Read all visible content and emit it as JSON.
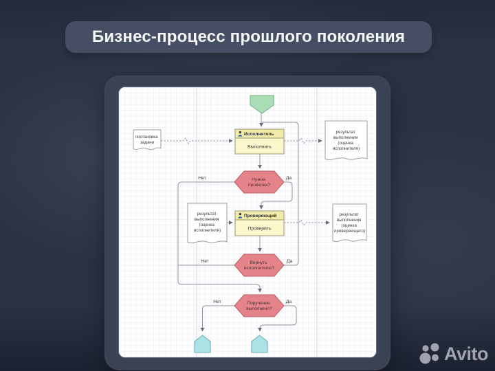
{
  "title": "Бизнес-процесс прошлого поколения",
  "brand": {
    "name": "Avito"
  },
  "colors": {
    "background": "#2b3244",
    "title_banner": "#454e63",
    "card": "#3a4254",
    "panel": "#fdfdfe",
    "grid_minor": "#e6e9ef",
    "grid_major": "#d2d7e0",
    "task_fill": "#fbf7cd",
    "task_header_fill": "#f1ecaa",
    "task_stroke": "#9a9878",
    "decision_fill": "#e5838b",
    "decision_stroke": "#b95f66",
    "start_fill": "#a8ddb5",
    "start_stroke": "#79ab88",
    "end_fill": "#abe2e6",
    "end_stroke": "#6fa9b2",
    "connector": "#9097a1",
    "watermark": "#b6bac3",
    "person_icon_body": "#2e62b8"
  },
  "diagram": {
    "labels": {
      "yes": "Да",
      "no": "Нет"
    },
    "documents": {
      "task": {
        "lines": [
          "постановка",
          "задачи"
        ]
      },
      "result_executor_top": {
        "lines": [
          "результат",
          "выполнения",
          "(оценка",
          "исполнителя)"
        ]
      },
      "result_executor_mid": {
        "lines": [
          "результат",
          "выполнения",
          "(оценка",
          "исполнителя)"
        ]
      },
      "result_reviewer": {
        "lines": [
          "результат",
          "выполнения",
          "(оценка",
          "проверяющего)"
        ]
      }
    },
    "tasks": {
      "execute": {
        "role": "Исполнитель",
        "action": "Выполнить"
      },
      "review": {
        "role": "Проверяющий",
        "action": "Проверить"
      }
    },
    "decisions": {
      "need_check": {
        "lines": [
          "Нужна",
          "проверка?"
        ]
      },
      "return_to_executor": {
        "lines": [
          "Вернуть",
          "исполнителю?"
        ]
      },
      "task_done": {
        "lines": [
          "Поручение",
          "выполнено?"
        ]
      }
    }
  }
}
